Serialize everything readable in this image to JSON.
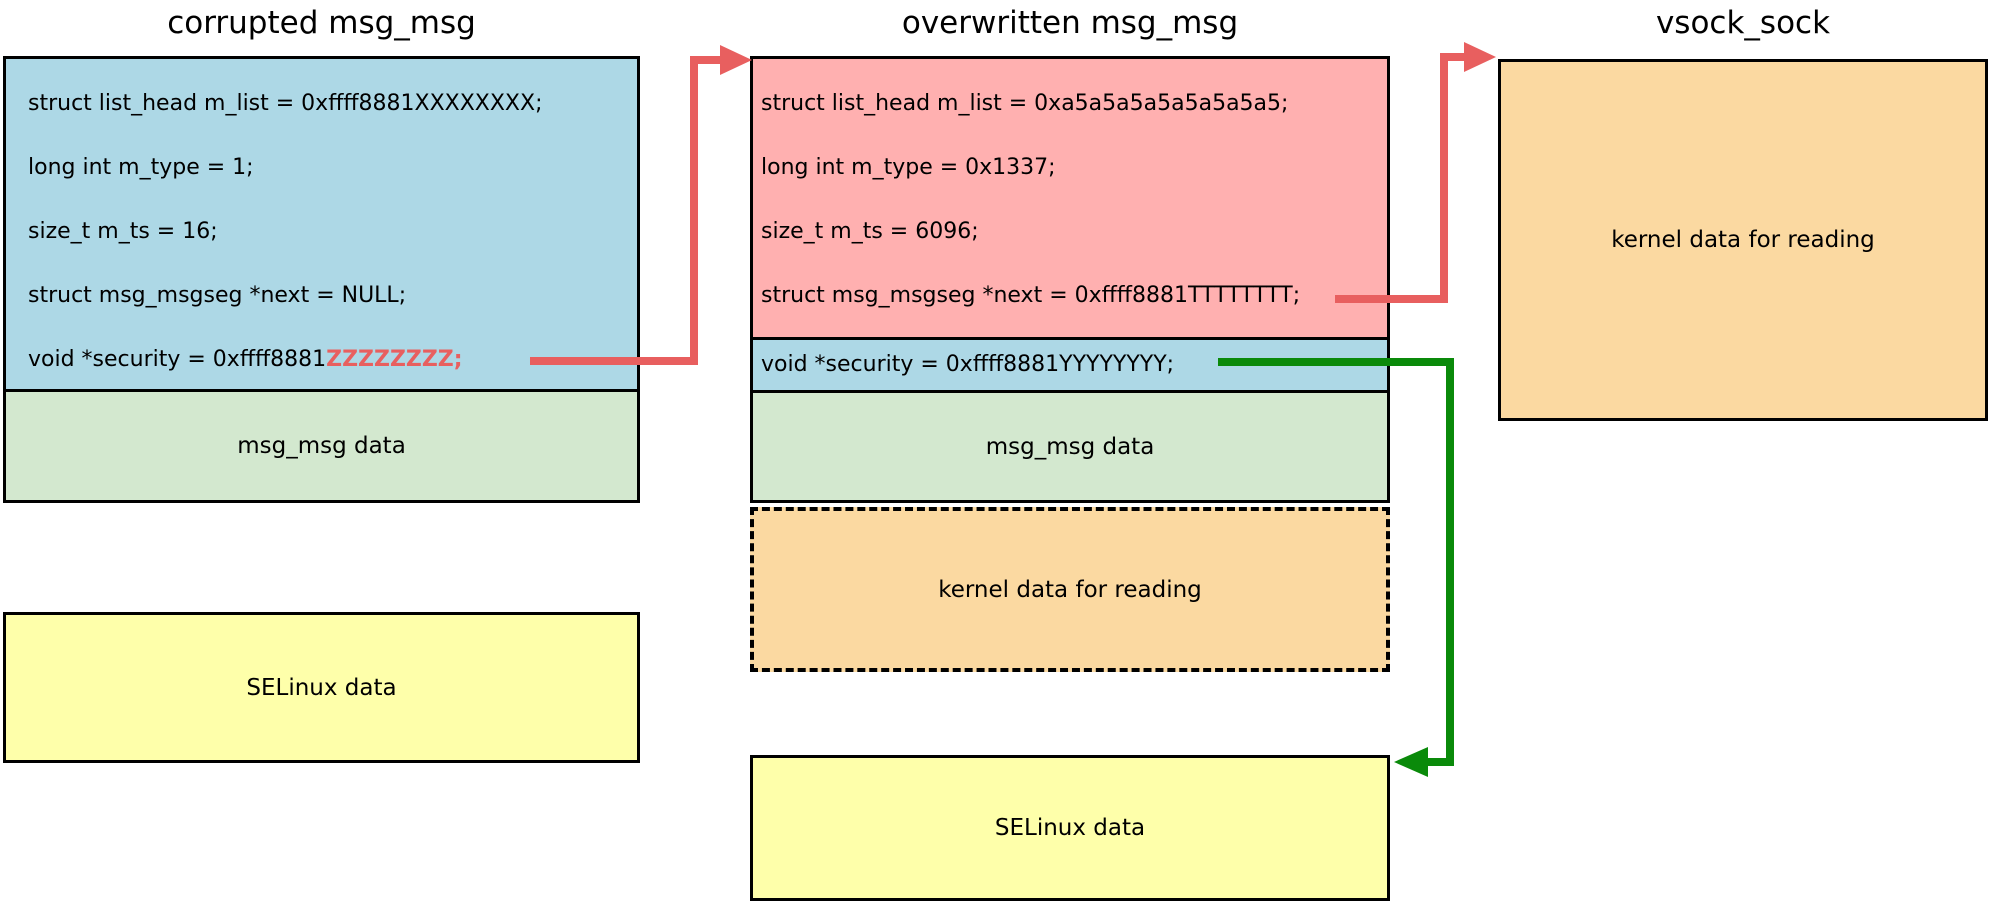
{
  "colors": {
    "box-blue": "#add8e6",
    "box-pink": "#ffb0b0",
    "box-green": "#d3e8cf",
    "box-orange": "#fbd9a1",
    "box-yellow": "#feffaa",
    "arrow-red": "#e85f5f",
    "arrow-green": "#0a8a0a",
    "border": "#000000"
  },
  "columns": {
    "corrupted": {
      "title": "corrupted msg_msg",
      "fields": [
        "struct list_head m_list = 0xffff8881XXXXXXXX;",
        "long int m_type = 1;",
        "size_t m_ts = 16;",
        "struct msg_msgseg *next = NULL;"
      ],
      "security_prefix": "void *security = 0xffff8881",
      "security_highlight": "ZZZZZZZZ;",
      "msg_data_label": "msg_msg data",
      "selinux_label": "SELinux data"
    },
    "overwritten": {
      "title": "overwritten msg_msg",
      "fields": [
        "struct list_head m_list = 0xa5a5a5a5a5a5a5a5;",
        "long int m_type = 0x1337;",
        "size_t m_ts = 6096;",
        "struct msg_msgseg *next = 0xffff8881TTTTTTTT;"
      ],
      "security_line": "void *security = 0xffff8881YYYYYYYY;",
      "msg_data_label": "msg_msg data",
      "kernel_data_label": "kernel data for reading",
      "selinux_label": "SELinux data"
    },
    "vsock": {
      "title": "vsock_sock",
      "kernel_data_label": "kernel data for reading"
    }
  }
}
